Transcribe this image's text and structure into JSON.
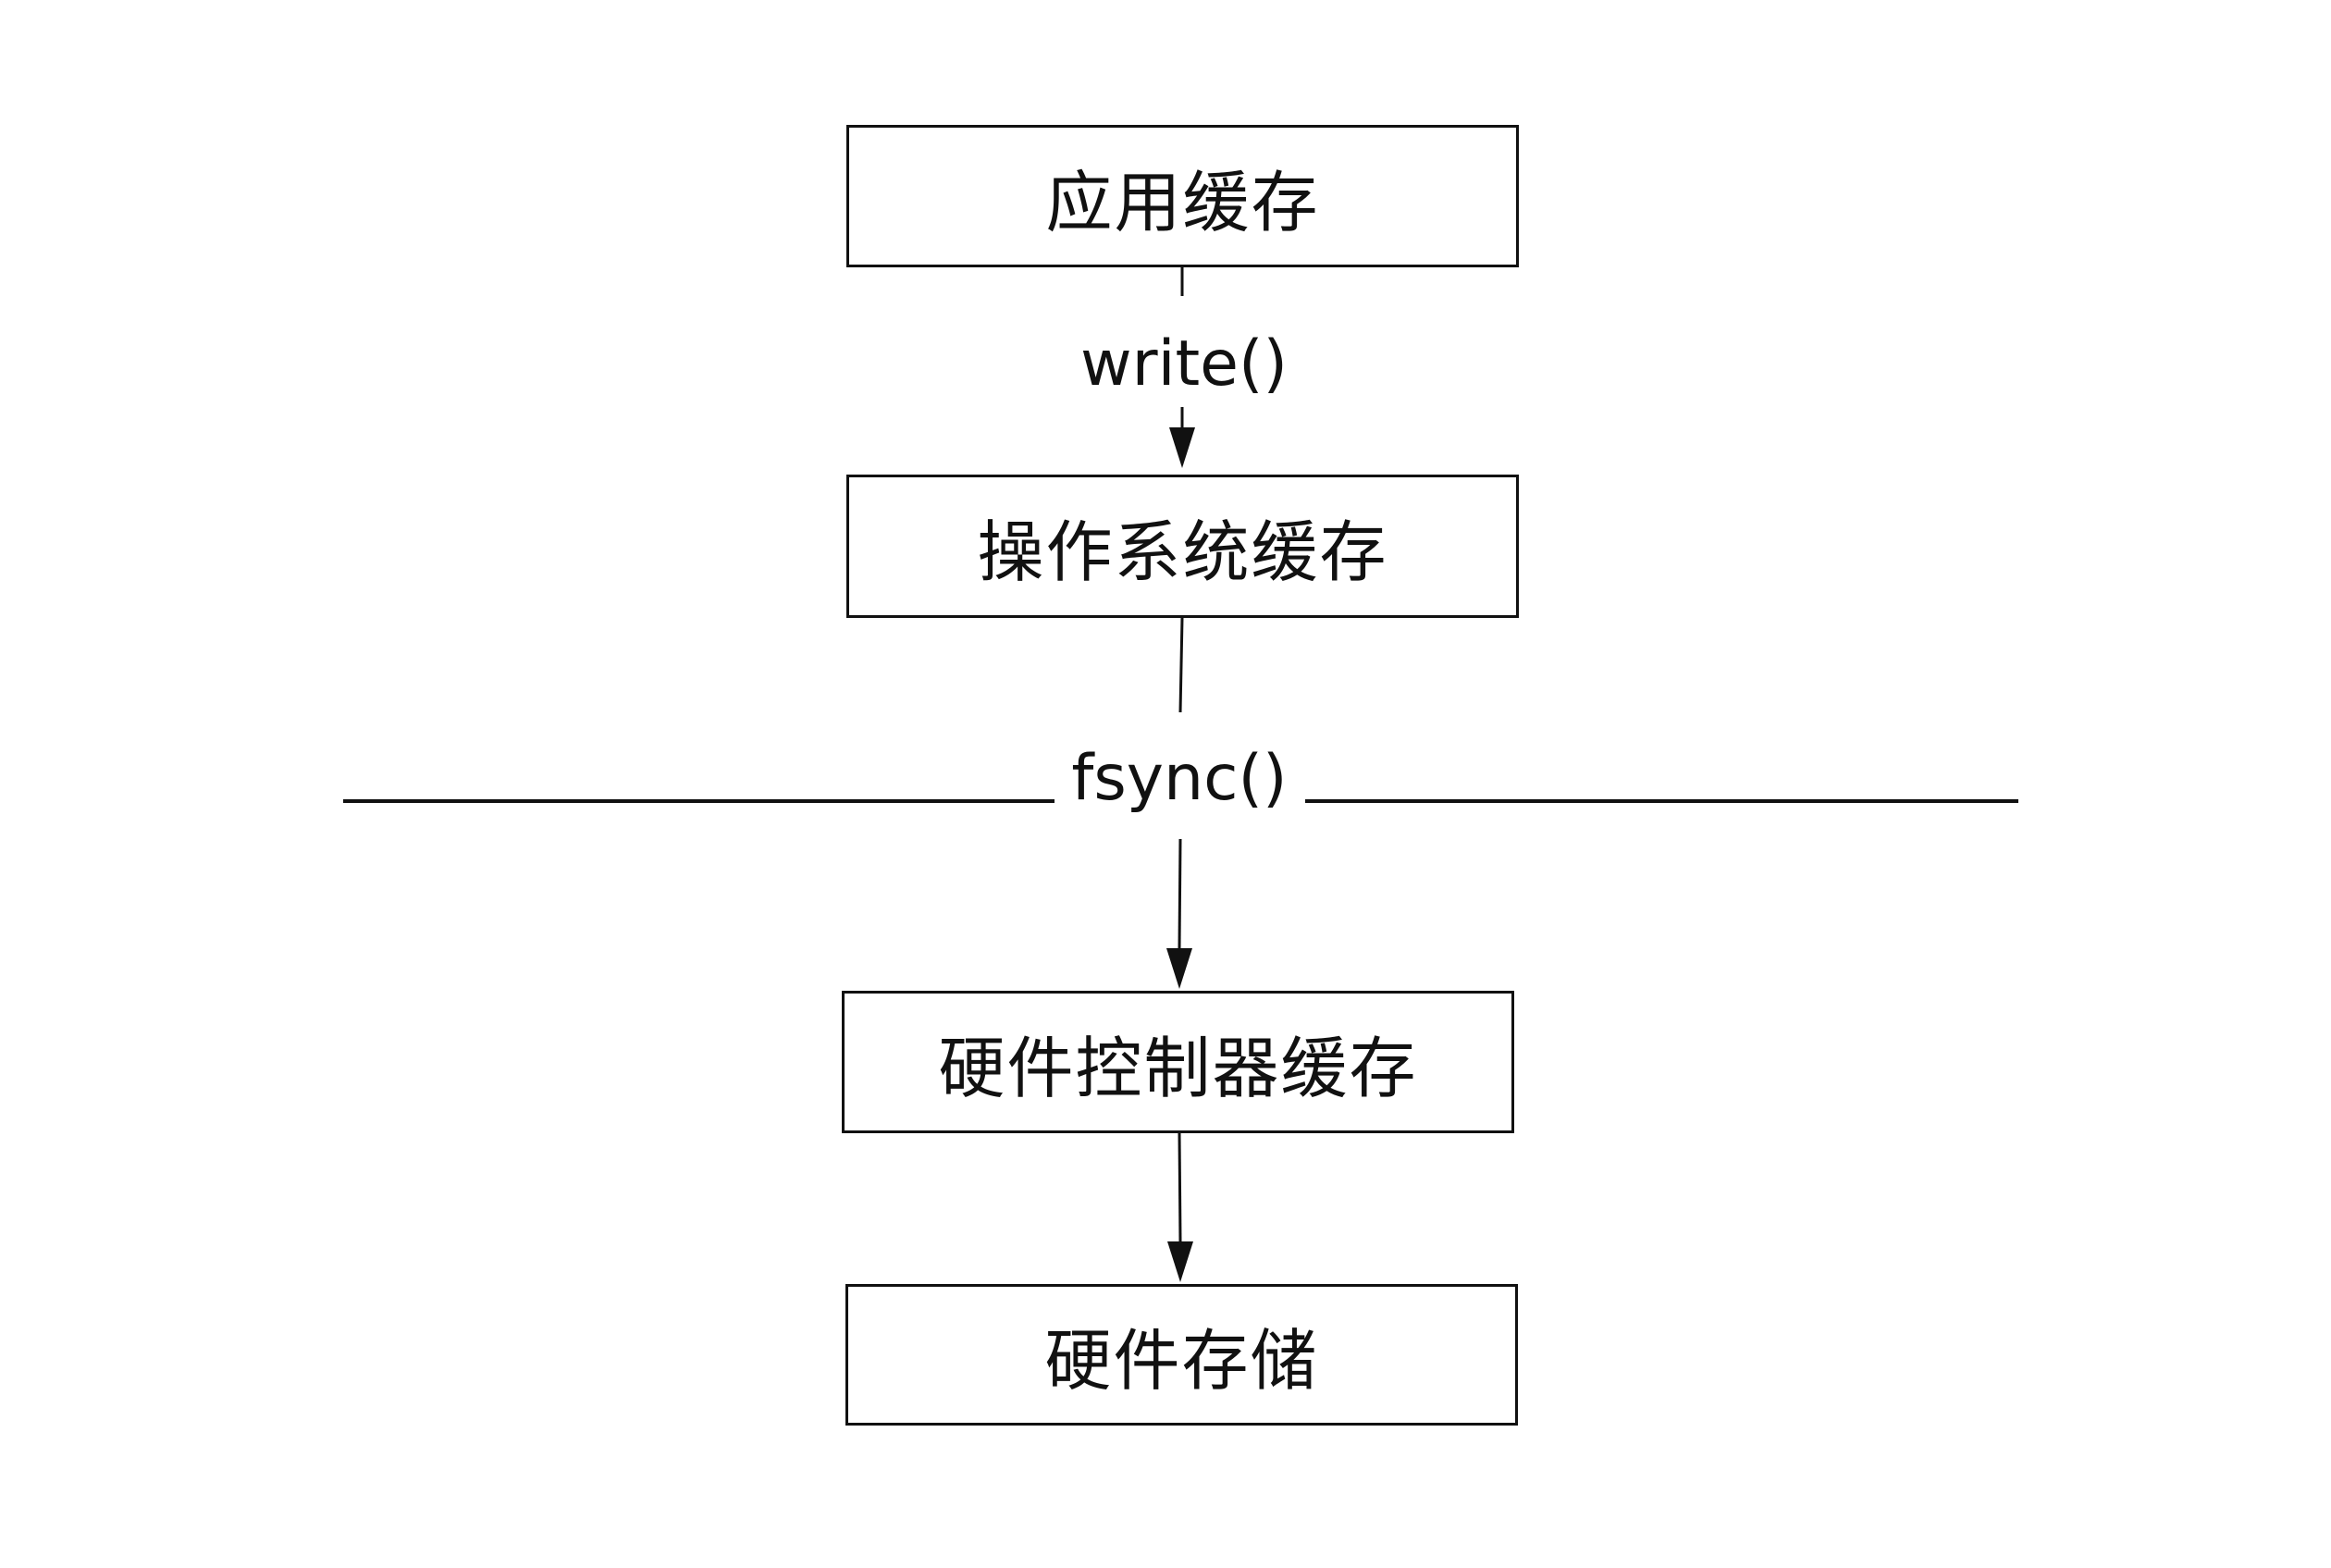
{
  "boxes": {
    "app_cache": "应用缓存",
    "os_cache": "操作系统缓存",
    "controller_cache": "硬件控制器缓存",
    "storage": "硬件存储"
  },
  "edges": {
    "write_label": "write()",
    "fsync_label": "fsync()"
  }
}
